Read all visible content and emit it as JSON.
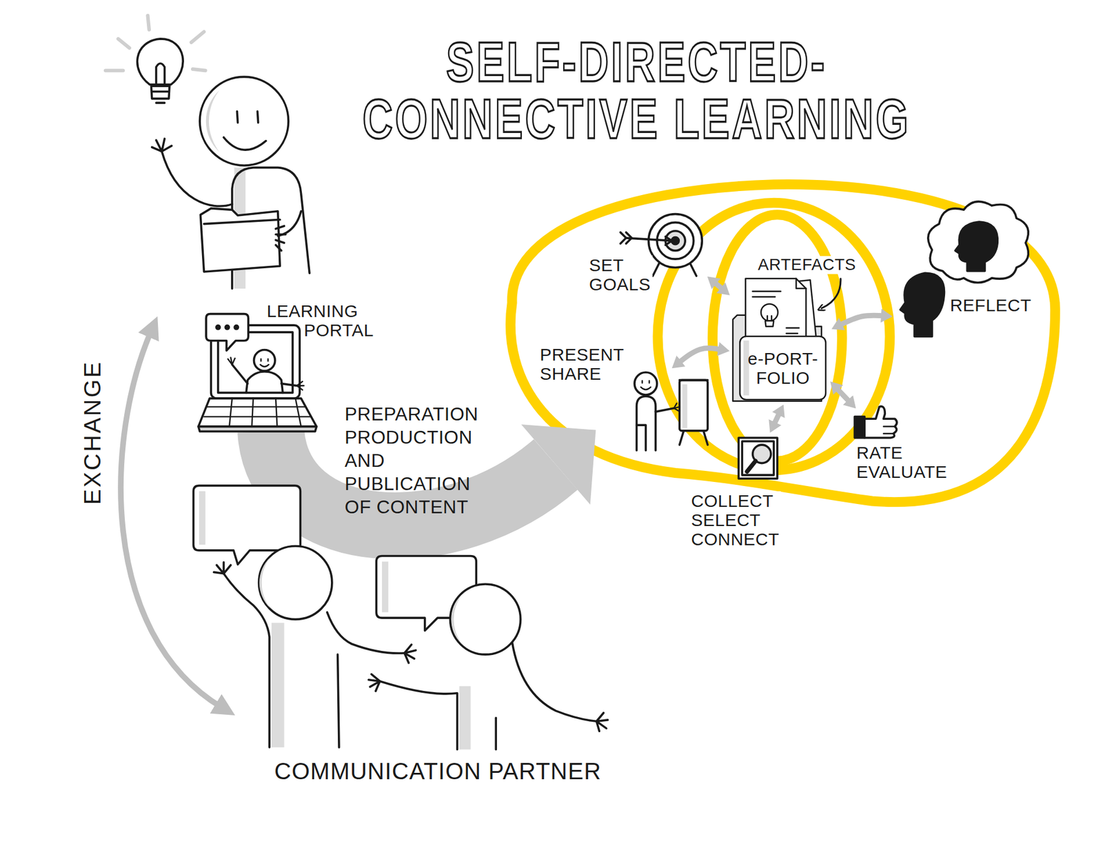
{
  "diagram": {
    "title": "SELF-DIRECTED- CONNECTIVE LEARNING",
    "nodes": [
      {
        "text": [
          "SET GOALS"
        ]
      },
      {
        "text": [
          "e-PORT- FOLIO"
        ]
      },
      {
        "text": [
          "REFLECT"
        ]
      },
      {
        "text": [
          "PRESENT SHARE"
        ]
      },
      {
        "text": [
          "COLLECT SELECT CONNECT"
        ]
      },
      {
        "text": [
          "RATE EVALUATE"
        ]
      }
    ],
    "edges": [
      {
        "from": 1,
        "to": 0,
        "arrow": "both"
      },
      {
        "from": 1,
        "to": 2,
        "arrow": "both"
      },
      {
        "from": 1,
        "to": 3,
        "arrow": "both"
      },
      {
        "from": 1,
        "to": 4,
        "arrow": "both"
      },
      {
        "from": 1,
        "to": 5,
        "arrow": "both"
      }
    ],
    "labels": [
      "LEARNING PORTAL",
      "ARTEFACTS",
      "EXCHANGE",
      "PREPARATION PRODUCTION AND PUBLICATION OF CONTENT",
      "COMMUNICATION PARTNER"
    ]
  }
}
